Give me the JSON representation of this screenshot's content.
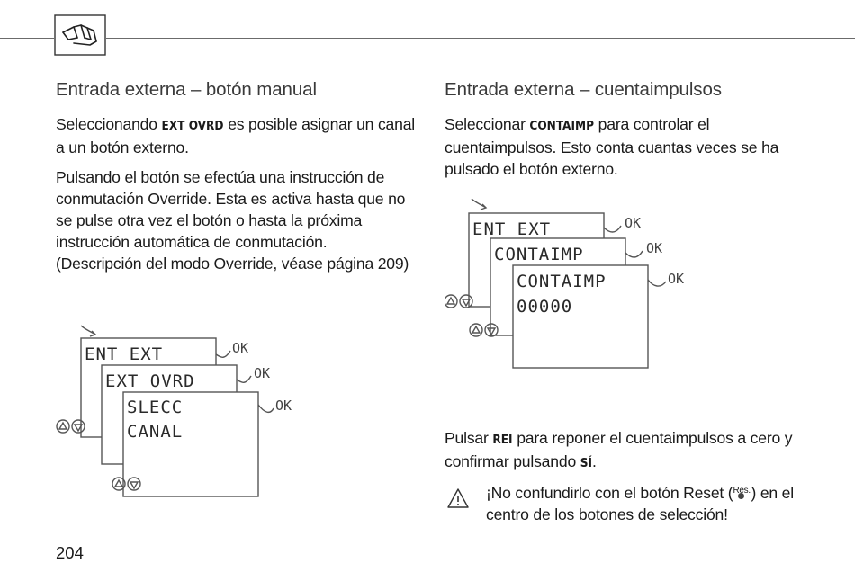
{
  "left": {
    "title": "Entrada externa – botón manual",
    "p1_pre": "Seleccionando ",
    "p1_kw": "EXT OVRD",
    "p1_post": " es posible asignar un canal a un botón externo.",
    "p2": "Pulsando el botón se efectúa una instrucción de conmutación Override. Esta es activa hasta que no se pulse otra vez el botón o hasta la próxima instrucción automática de conmutación. (Descripción del modo Override, véase página 209)",
    "lcd": {
      "screen1": "ENT EXT",
      "screen2": "EXT OVRD",
      "screen3_line1": "SLECC",
      "screen3_line2": "CANAL",
      "ok": "OK"
    }
  },
  "right": {
    "title": "Entrada externa – cuentaimpulsos",
    "p1_pre": "Seleccionar ",
    "p1_kw": "CONTAIMP",
    "p1_post": " para controlar el cuentaimpulsos. Esto conta cuantas veces se ha pulsado el botón externo.",
    "lcd": {
      "screen1": "ENT EXT",
      "screen2": "CONTAIMP",
      "screen3_line1": "CONTAIMP",
      "screen3_line2": "00000",
      "ok": "OK"
    },
    "p2_pre": "Pulsar ",
    "p2_kw": "REI",
    "p2_mid": " para reponer el cuentaimpulsos a cero y confirmar pulsando ",
    "p2_kw2": "SÍ",
    "p2_post": ".",
    "warn_pre": "¡No confundirlo con el botón Reset (",
    "warn_res": "Res.",
    "warn_post": ") en el centro de los botones de selección!"
  },
  "page_number": "204"
}
